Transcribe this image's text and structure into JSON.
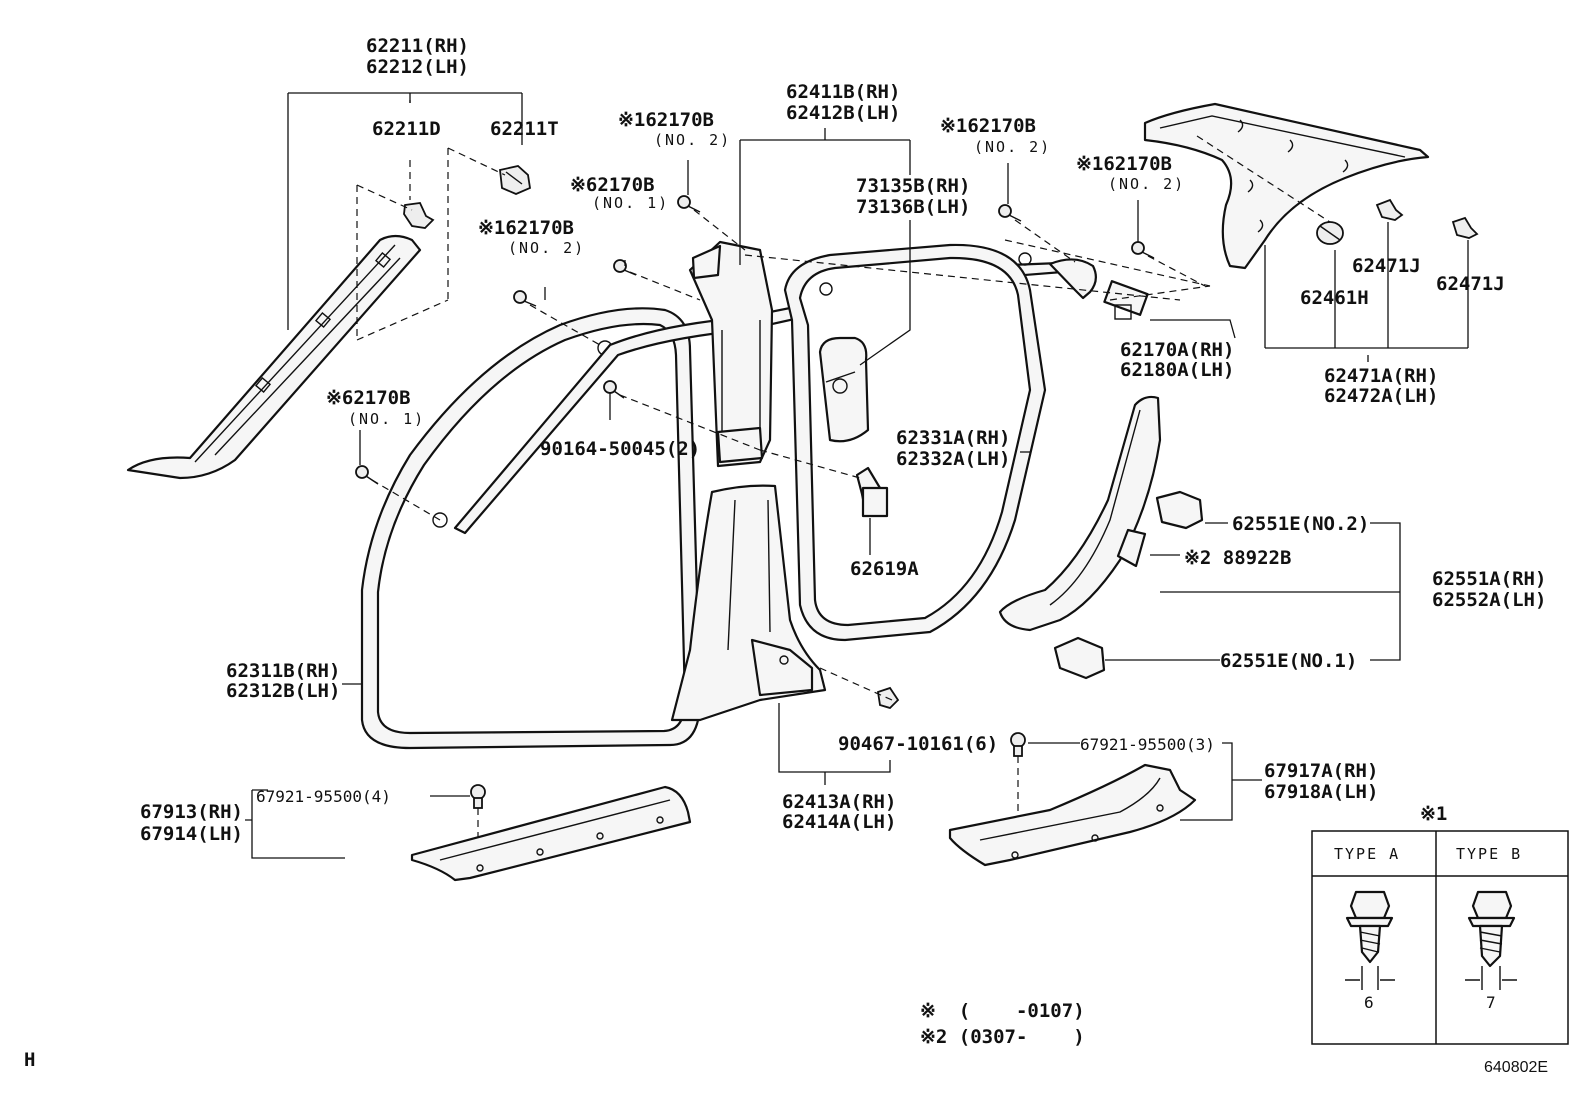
{
  "labels": {
    "p62211": "62211(RH)",
    "p62212": "62212(LH)",
    "p62211d": "62211D",
    "p62211t": "62211T",
    "s1_62170b_a": "※162170B",
    "no2_a": "(NO. 2)",
    "s_62170b_a": "※62170B",
    "no1_a": "(NO. 1)",
    "s1_62170b_b": "※162170B",
    "no2_b": "(NO. 2)",
    "p62411b": "62411B(RH)",
    "p62412b": "62412B(LH)",
    "p73135b": "73135B(RH)",
    "p73136b": "73136B(LH)",
    "s1_62170b_c": "※162170B",
    "no2_c": "(NO. 2)",
    "s1_62170b_d": "※162170B",
    "no2_d": "(NO. 2)",
    "p62471j_1": "62471J",
    "p62471j_2": "62471J",
    "p62461h": "62461H",
    "p62170a": "62170A(RH)",
    "p62180a": "62180A(LH)",
    "p62471a": "62471A(RH)",
    "p62472a": "62472A(LH)",
    "s_62170b_b": "※62170B",
    "no1_b": "(NO. 1)",
    "p90164": "90164-50045(2)",
    "p62331a": "62331A(RH)",
    "p62332a": "62332A(LH)",
    "p62551e2": "62551E(NO.2)",
    "p88922b": "※2 88922B",
    "p62619a": "62619A",
    "p62551a": "62551A(RH)",
    "p62552a": "62552A(LH)",
    "p62551e1": "62551E(NO.1)",
    "p62311b": "62311B(RH)",
    "p62312b": "62312B(LH)",
    "p90467": "90467-10161(6)",
    "p67921_3": "67921-95500(3)",
    "p67917a": "67917A(RH)",
    "p67918a": "67918A(LH)",
    "p62413a": "62413A(RH)",
    "p62414a": "62414A(LH)",
    "p67913": "67913(RH)",
    "p67914": "67914(LH)",
    "p67921_4": "67921-95500(4)",
    "note1_mark": "※1",
    "type_a": "TYPE A",
    "type_b": "TYPE B",
    "dim_a": "6",
    "dim_b": "7",
    "foot1": "※  (    -0107)",
    "foot2": "※2 (0307-    )",
    "corner_h": "H",
    "fig_code": "640802E"
  }
}
